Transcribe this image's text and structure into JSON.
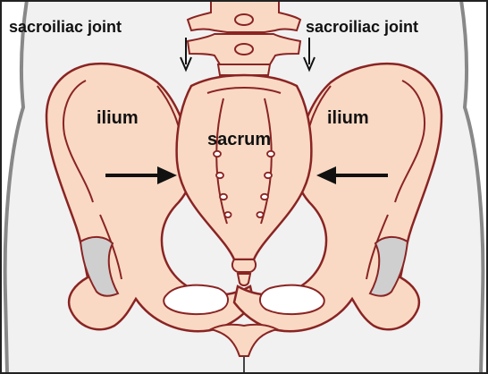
{
  "labels": {
    "sacroiliac_left": "sacroiliac joint",
    "sacroiliac_right": "sacroiliac joint",
    "ilium_left": "ilium",
    "ilium_right": "ilium",
    "sacrum": "sacrum"
  },
  "colors": {
    "bone_fill": "#f9d9c4",
    "bone_outline": "#8a2423",
    "body_fill": "#f1f1f1",
    "body_outline": "#888888",
    "cartilage": "#cfcfcf",
    "frame": "#222222",
    "text": "#111111"
  }
}
